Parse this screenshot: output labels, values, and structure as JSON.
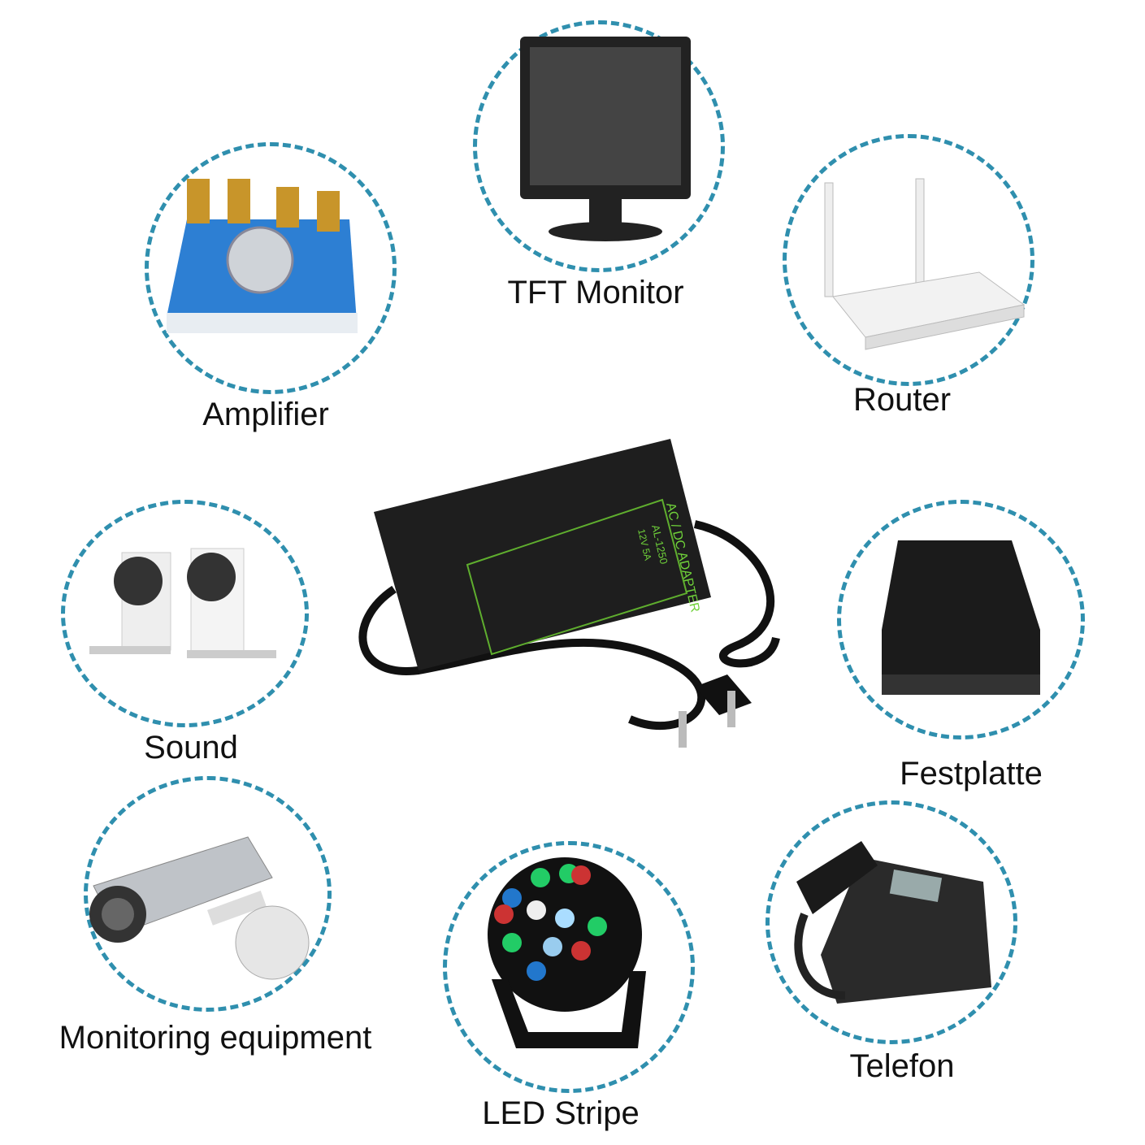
{
  "accent_color": "#2f8fae",
  "devices": [
    {
      "id": "tft-monitor",
      "label": "TFT Monitor",
      "icon": "monitor-icon"
    },
    {
      "id": "amplifier",
      "label": "Amplifier",
      "icon": "amplifier-icon"
    },
    {
      "id": "router",
      "label": "Router",
      "icon": "router-icon"
    },
    {
      "id": "sound",
      "label": "Sound",
      "icon": "speaker-icon"
    },
    {
      "id": "festplatte",
      "label": "Festplatte",
      "icon": "hard-drive-icon"
    },
    {
      "id": "monitoring",
      "label": "Monitoring equipment",
      "icon": "security-camera-icon"
    },
    {
      "id": "led",
      "label": "LED Stripe",
      "icon": "led-light-icon"
    },
    {
      "id": "telefon",
      "label": "Telefon",
      "icon": "telephone-icon"
    }
  ],
  "adapter": {
    "title": "AC / DC ADAPTER",
    "model": "AL-1250",
    "output": "12V 5A"
  }
}
